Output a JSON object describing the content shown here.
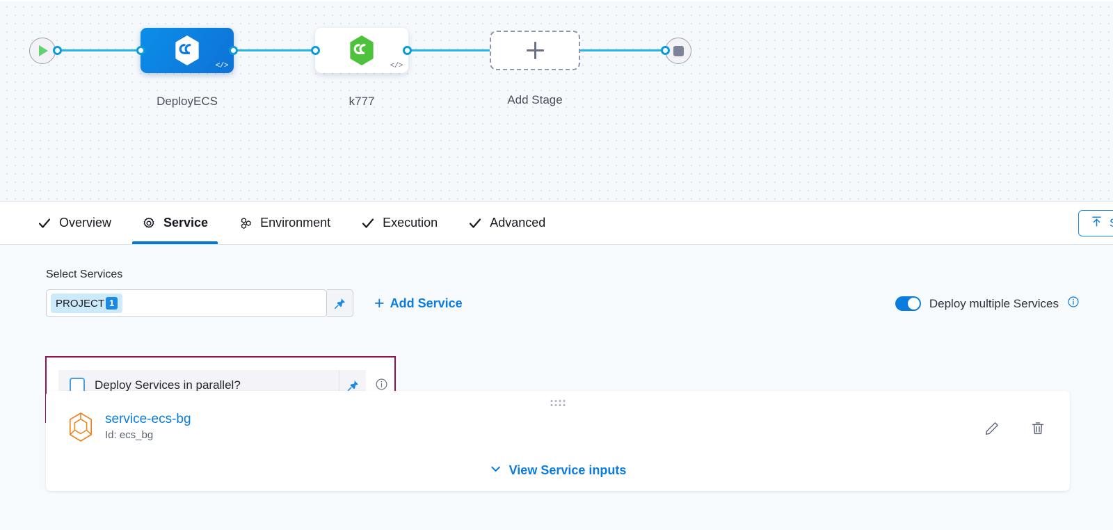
{
  "pipeline": {
    "start_node": {
      "icon": "play-icon",
      "name": "pipeline-start"
    },
    "end_node": {
      "icon": "stop-icon",
      "name": "pipeline-end"
    },
    "stages": [
      {
        "label": "DeployECS",
        "icon": "harness-hexagon-icon",
        "code_tag": "</>",
        "selected": true,
        "color": "#0c7fdc"
      },
      {
        "label": "k777",
        "icon": "harness-hexagon-icon",
        "code_tag": "</>",
        "selected": false,
        "color": "#4ec23c"
      }
    ],
    "add_stage": {
      "label": "Add Stage",
      "icon": "plus-icon"
    }
  },
  "tabs": [
    {
      "label": "Overview",
      "icon": "check-icon",
      "active": false
    },
    {
      "label": "Service",
      "icon": "gear-icon",
      "active": true
    },
    {
      "label": "Environment",
      "icon": "environment-icon",
      "active": false
    },
    {
      "label": "Execution",
      "icon": "check-icon",
      "active": false
    },
    {
      "label": "Advanced",
      "icon": "check-icon",
      "active": false
    }
  ],
  "save_button": {
    "label": "S",
    "icon": "save-to-top-arrow-icon"
  },
  "service_section": {
    "label": "Select Services",
    "field": {
      "chip_label": "PROJECT",
      "chip_count": "1",
      "pin_icon": "pin-icon"
    },
    "add_service": {
      "label": "Add Service",
      "icon": "plus-icon"
    },
    "multi_toggle": {
      "label": "Deploy multiple Services",
      "enabled": true,
      "info_icon": "info-icon"
    },
    "parallel": {
      "label": "Deploy Services in parallel?",
      "checked": false,
      "pin_icon": "pin-icon",
      "info_icon": "info-icon"
    }
  },
  "service_card": {
    "drag_handle": "drag-handle-icon",
    "service_icon": "service-hexagon-icon",
    "name": "service-ecs-bg",
    "id_text": "Id: ecs_bg",
    "edit_icon": "pencil-icon",
    "delete_icon": "trash-icon",
    "view_inputs_label": "View Service inputs",
    "view_inputs_icon": "chevron-down-icon"
  },
  "colors": {
    "accent_blue": "#0a7ce0",
    "edge_blue": "#29b5e8",
    "highlight_border": "#96104f",
    "service_icon_orange": "#f0801a",
    "stage_green": "#4ec23c"
  }
}
